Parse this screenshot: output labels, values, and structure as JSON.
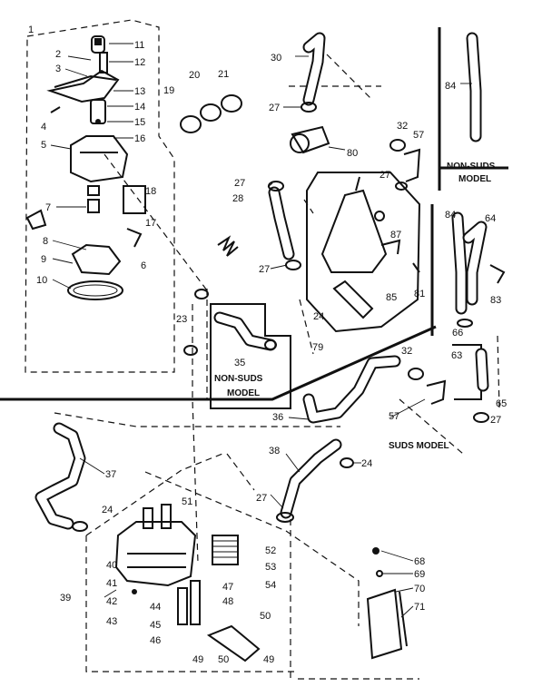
{
  "models": {
    "non_suds_top": [
      "NON-SUDS",
      "MODEL"
    ],
    "non_suds_mid": [
      "NON-SUDS",
      "MODEL"
    ],
    "suds": "SUDS MODEL"
  },
  "callouts": [
    {
      "id": "c1",
      "text": "1"
    },
    {
      "id": "c2",
      "text": "2"
    },
    {
      "id": "c3",
      "text": "3"
    },
    {
      "id": "c4",
      "text": "4"
    },
    {
      "id": "c5",
      "text": "5"
    },
    {
      "id": "c6",
      "text": "6"
    },
    {
      "id": "c7",
      "text": "7"
    },
    {
      "id": "c8",
      "text": "8"
    },
    {
      "id": "c9",
      "text": "9"
    },
    {
      "id": "c10",
      "text": "10"
    },
    {
      "id": "c11",
      "text": "11"
    },
    {
      "id": "c12",
      "text": "12"
    },
    {
      "id": "c13",
      "text": "13"
    },
    {
      "id": "c14",
      "text": "14"
    },
    {
      "id": "c15",
      "text": "15"
    },
    {
      "id": "c16",
      "text": "16"
    },
    {
      "id": "c17",
      "text": "17"
    },
    {
      "id": "c18",
      "text": "18"
    },
    {
      "id": "c19",
      "text": "19"
    },
    {
      "id": "c20",
      "text": "20"
    },
    {
      "id": "c21",
      "text": "21"
    },
    {
      "id": "c23",
      "text": "23"
    },
    {
      "id": "c24a",
      "text": "24"
    },
    {
      "id": "c24b",
      "text": "24"
    },
    {
      "id": "c24c",
      "text": "24"
    },
    {
      "id": "c27a",
      "text": "27"
    },
    {
      "id": "c27b",
      "text": "27"
    },
    {
      "id": "c27c",
      "text": "27"
    },
    {
      "id": "c27d",
      "text": "27"
    },
    {
      "id": "c27e",
      "text": "27"
    },
    {
      "id": "c27f",
      "text": "27"
    },
    {
      "id": "c28",
      "text": "28"
    },
    {
      "id": "c30",
      "text": "30"
    },
    {
      "id": "c32a",
      "text": "32"
    },
    {
      "id": "c32b",
      "text": "32"
    },
    {
      "id": "c35",
      "text": "35"
    },
    {
      "id": "c36",
      "text": "36"
    },
    {
      "id": "c37",
      "text": "37"
    },
    {
      "id": "c38",
      "text": "38"
    },
    {
      "id": "c39",
      "text": "39"
    },
    {
      "id": "c40",
      "text": "40"
    },
    {
      "id": "c41",
      "text": "41"
    },
    {
      "id": "c42",
      "text": "42"
    },
    {
      "id": "c43",
      "text": "43"
    },
    {
      "id": "c44",
      "text": "44"
    },
    {
      "id": "c45",
      "text": "45"
    },
    {
      "id": "c46",
      "text": "46"
    },
    {
      "id": "c47",
      "text": "47"
    },
    {
      "id": "c48",
      "text": "48"
    },
    {
      "id": "c49a",
      "text": "49"
    },
    {
      "id": "c49b",
      "text": "49"
    },
    {
      "id": "c50a",
      "text": "50"
    },
    {
      "id": "c50b",
      "text": "50"
    },
    {
      "id": "c51",
      "text": "51"
    },
    {
      "id": "c52",
      "text": "52"
    },
    {
      "id": "c53",
      "text": "53"
    },
    {
      "id": "c54",
      "text": "54"
    },
    {
      "id": "c57a",
      "text": "57"
    },
    {
      "id": "c57b",
      "text": "57"
    },
    {
      "id": "c63",
      "text": "63"
    },
    {
      "id": "c64",
      "text": "64"
    },
    {
      "id": "c65",
      "text": "65"
    },
    {
      "id": "c66",
      "text": "66"
    },
    {
      "id": "c68",
      "text": "68"
    },
    {
      "id": "c69",
      "text": "69"
    },
    {
      "id": "c70",
      "text": "70"
    },
    {
      "id": "c71",
      "text": "71"
    },
    {
      "id": "c79",
      "text": "79"
    },
    {
      "id": "c80",
      "text": "80"
    },
    {
      "id": "c81",
      "text": "81"
    },
    {
      "id": "c83",
      "text": "83"
    },
    {
      "id": "c84a",
      "text": "84"
    },
    {
      "id": "c84b",
      "text": "84"
    },
    {
      "id": "c85",
      "text": "85"
    },
    {
      "id": "c87",
      "text": "87"
    }
  ]
}
